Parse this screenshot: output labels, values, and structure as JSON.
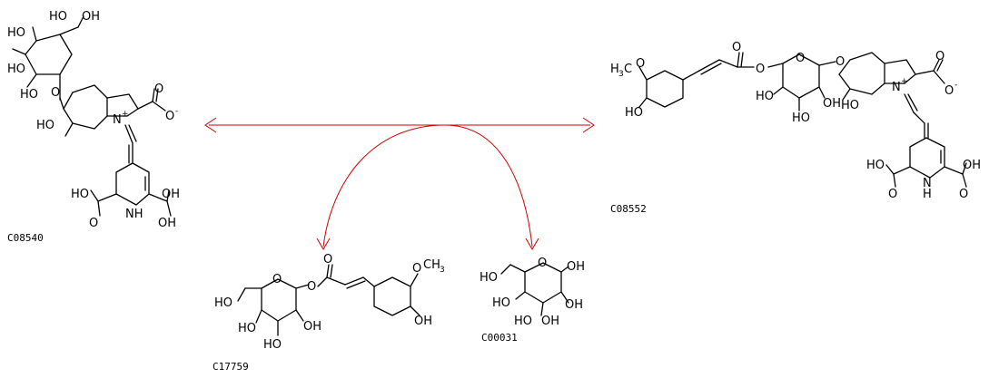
{
  "compounds": [
    {
      "id": "C08540",
      "role": "substrate"
    },
    {
      "id": "C08552",
      "role": "product"
    },
    {
      "id": "C17759",
      "role": "co-substrate"
    },
    {
      "id": "C00031",
      "role": "co-product"
    }
  ],
  "atom_labels": {
    "HO": "HO",
    "OH": "OH",
    "O": "O",
    "N": "N",
    "H": "H",
    "NH": "NH",
    "H3C": "H",
    "CH3": "CH"
  },
  "colors": {
    "arrow": "#cc0000",
    "structure": "#000000"
  }
}
